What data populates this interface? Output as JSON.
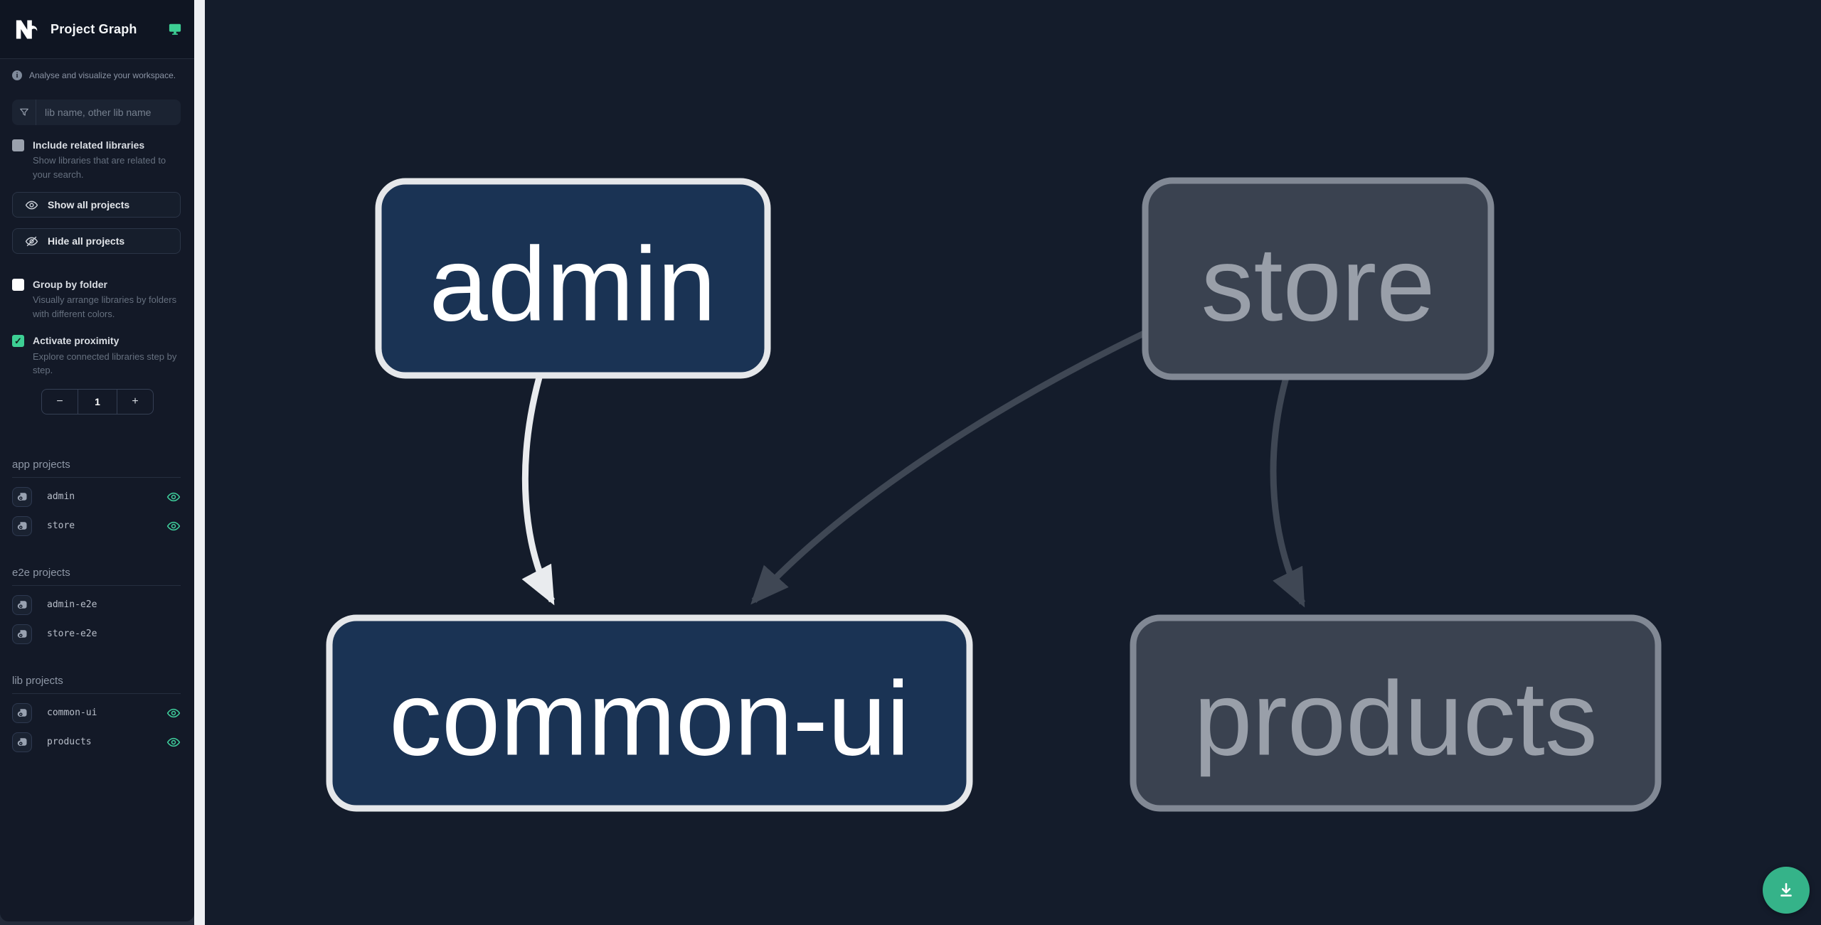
{
  "header": {
    "title": "Project Graph"
  },
  "tagline": "Analyse and visualize your workspace.",
  "filter": {
    "placeholder": "lib name, other lib name",
    "value": ""
  },
  "controls": {
    "include_related": {
      "label": "Include related libraries",
      "description": "Show libraries that are related to your search.",
      "checked": false
    },
    "show_all_label": "Show all projects",
    "hide_all_label": "Hide all projects",
    "group_by_folder": {
      "label": "Group by folder",
      "description": "Visually arrange libraries by folders with different colors.",
      "checked": false
    },
    "activate_proximity": {
      "label": "Activate proximity",
      "description": "Explore connected libraries step by step.",
      "checked": true,
      "check_glyph": "✓"
    },
    "proximity_stepper": {
      "decrement": "−",
      "value": "1",
      "increment": "+"
    }
  },
  "sections": {
    "app": {
      "title": "app projects",
      "items": [
        {
          "name": "admin",
          "visible": true
        },
        {
          "name": "store",
          "visible": true
        }
      ]
    },
    "e2e": {
      "title": "e2e projects",
      "items": [
        {
          "name": "admin-e2e",
          "visible": false
        },
        {
          "name": "store-e2e",
          "visible": false
        }
      ]
    },
    "lib": {
      "title": "lib projects",
      "items": [
        {
          "name": "common-ui",
          "visible": true
        },
        {
          "name": "products",
          "visible": true
        }
      ]
    }
  },
  "graph": {
    "nodes": [
      {
        "id": "admin",
        "label": "admin",
        "state": "focused"
      },
      {
        "id": "store",
        "label": "store",
        "state": "faded"
      },
      {
        "id": "common-ui",
        "label": "common-ui",
        "state": "focused"
      },
      {
        "id": "products",
        "label": "products",
        "state": "faded"
      }
    ],
    "edges": [
      {
        "from": "admin",
        "to": "common-ui",
        "style": "highlighted"
      },
      {
        "from": "store",
        "to": "common-ui",
        "style": "faded"
      },
      {
        "from": "store",
        "to": "products",
        "style": "faded"
      }
    ]
  },
  "colors": {
    "accent_green": "#3dcf94",
    "download_button": "#35b389",
    "focused_node_fill": "#1a3354",
    "focused_node_border": "#e5e7ea",
    "faded_node_fill": "#3a4250",
    "faded_node_border": "#818894",
    "highlight_edge": "#e9ebee",
    "faded_edge": "#3f4754",
    "canvas_bg": "#141c2b",
    "sidebar_bg": "#131927"
  }
}
